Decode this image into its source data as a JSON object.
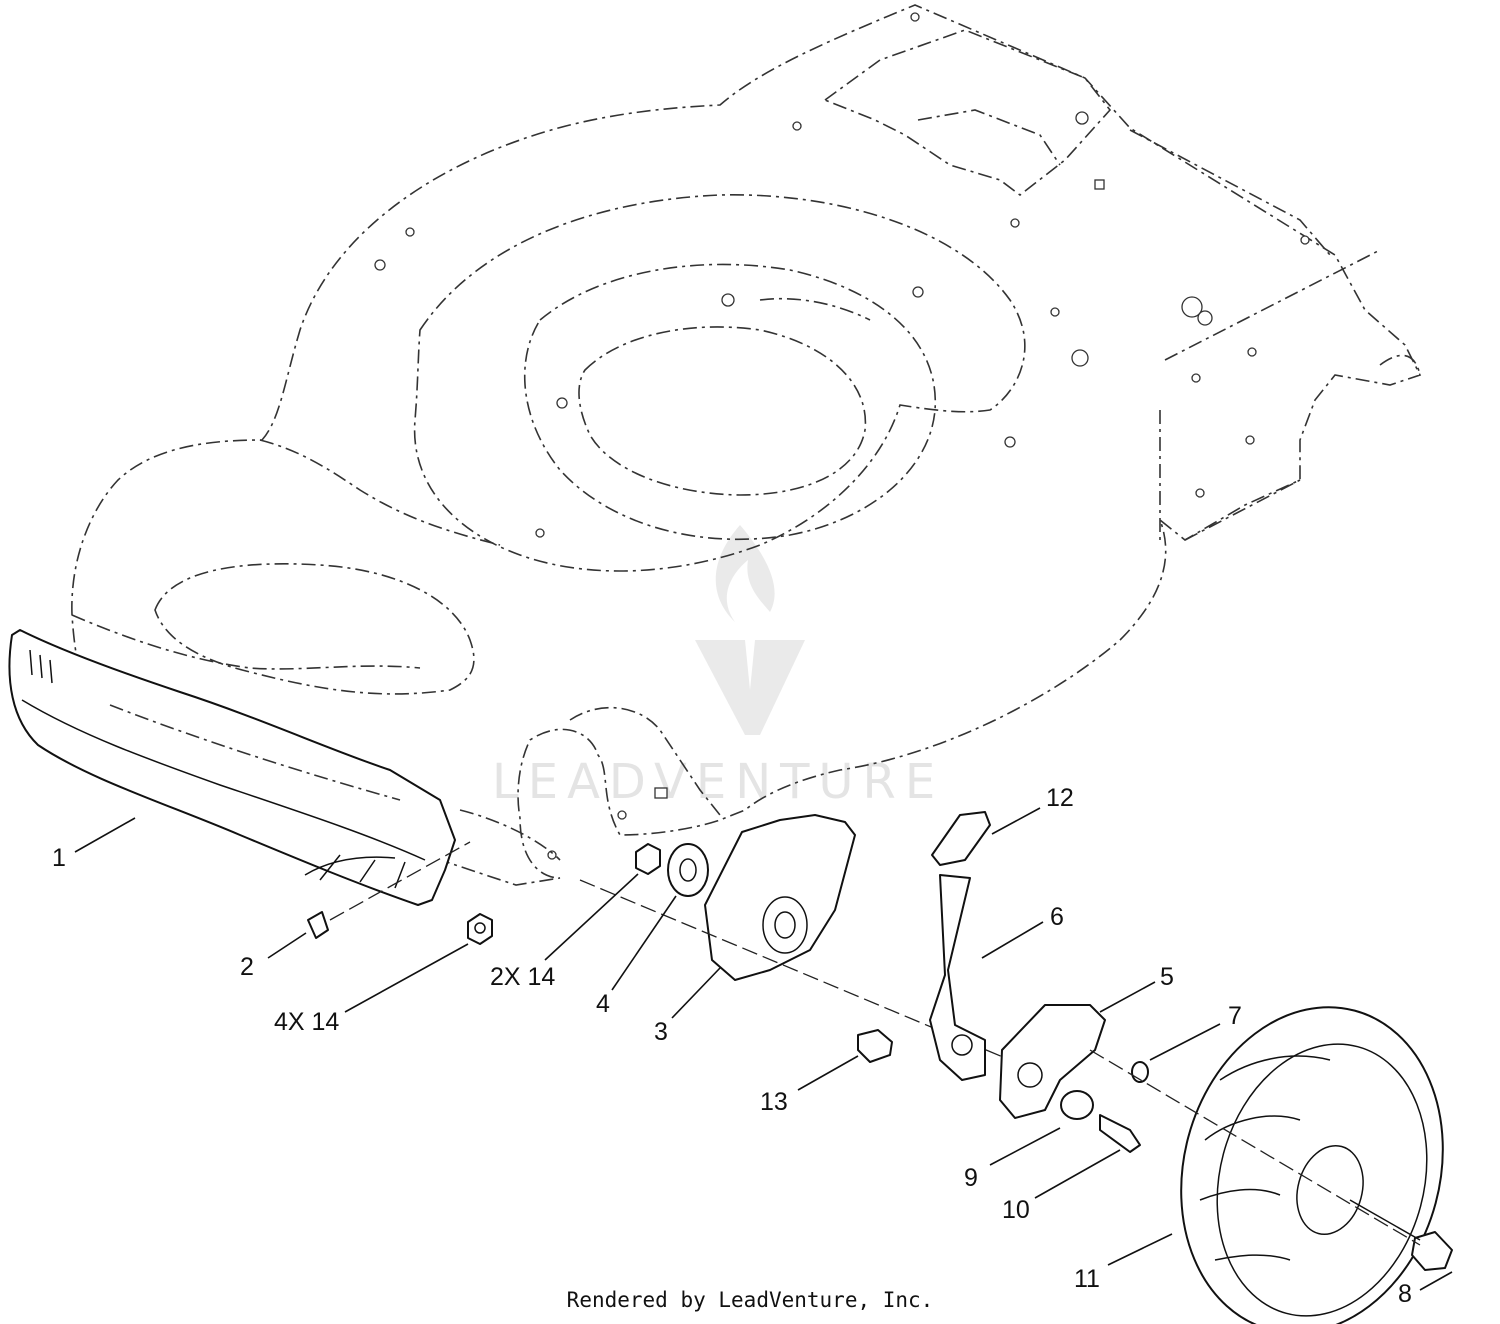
{
  "diagram": {
    "callouts": [
      {
        "id": "1",
        "text": "1"
      },
      {
        "id": "2",
        "text": "2"
      },
      {
        "id": "2x14",
        "text": "2X 14"
      },
      {
        "id": "4x14",
        "text": "4X 14"
      },
      {
        "id": "4",
        "text": "4"
      },
      {
        "id": "3",
        "text": "3"
      },
      {
        "id": "12",
        "text": "12"
      },
      {
        "id": "6",
        "text": "6"
      },
      {
        "id": "5",
        "text": "5"
      },
      {
        "id": "7",
        "text": "7"
      },
      {
        "id": "13",
        "text": "13"
      },
      {
        "id": "9",
        "text": "9"
      },
      {
        "id": "10",
        "text": "10"
      },
      {
        "id": "11",
        "text": "11"
      },
      {
        "id": "8",
        "text": "8"
      }
    ]
  },
  "watermark": {
    "text": "LEADVENTURE"
  },
  "footer": {
    "credit": "Rendered by LeadVenture, Inc."
  }
}
